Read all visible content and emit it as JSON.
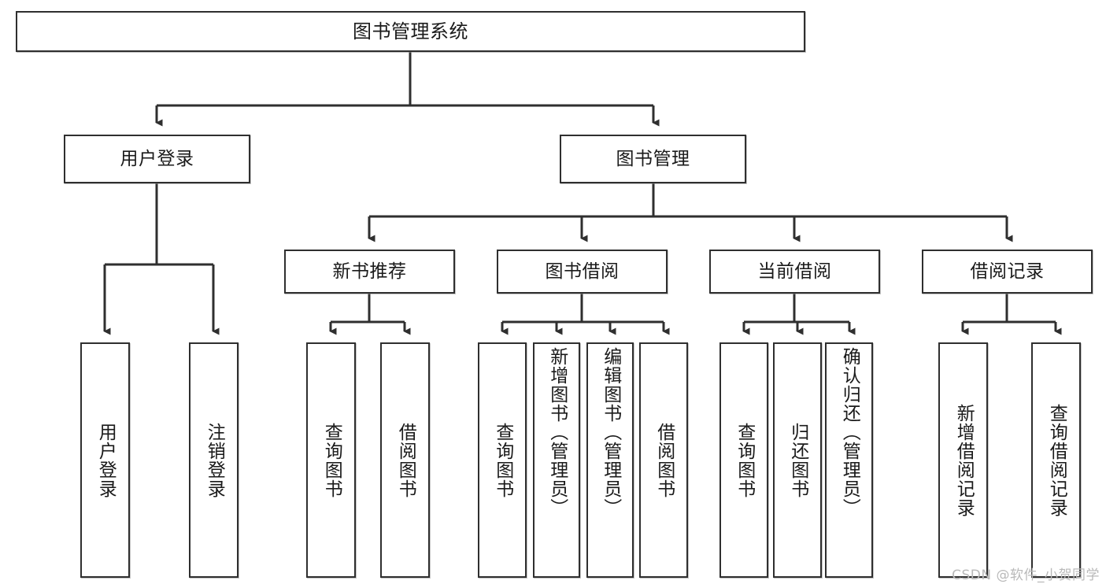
{
  "diagram": {
    "title": "图书管理系统",
    "type": "tree",
    "root": {
      "label": "图书管理系统"
    },
    "level2": [
      {
        "id": "user-login",
        "label": "用户登录"
      },
      {
        "id": "book-manage",
        "label": "图书管理"
      }
    ],
    "level3": [
      {
        "id": "new-book-rec",
        "label": "新书推荐",
        "parent": "book-manage"
      },
      {
        "id": "book-borrow",
        "label": "图书借阅",
        "parent": "book-manage"
      },
      {
        "id": "current-borrow",
        "label": "当前借阅",
        "parent": "book-manage"
      },
      {
        "id": "borrow-record",
        "label": "借阅记录",
        "parent": "book-manage"
      }
    ],
    "leaves": [
      {
        "id": "leaf-user-login",
        "label": "用户登录",
        "parent": "user-login"
      },
      {
        "id": "leaf-logout-login",
        "label": "注销登录",
        "parent": "user-login"
      },
      {
        "id": "leaf-query-book-1",
        "label": "查询图书",
        "parent": "new-book-rec"
      },
      {
        "id": "leaf-borrow-book-1",
        "label": "借阅图书",
        "parent": "new-book-rec"
      },
      {
        "id": "leaf-query-book-2",
        "label": "查询图书",
        "parent": "book-borrow"
      },
      {
        "id": "leaf-add-book",
        "label": "新增图书（管理员）",
        "parent": "book-borrow"
      },
      {
        "id": "leaf-edit-book",
        "label": "编辑图书（管理员）",
        "parent": "book-borrow"
      },
      {
        "id": "leaf-borrow-book-2",
        "label": "借阅图书",
        "parent": "book-borrow"
      },
      {
        "id": "leaf-query-book-3",
        "label": "查询图书",
        "parent": "current-borrow"
      },
      {
        "id": "leaf-return-book",
        "label": "归还图书",
        "parent": "current-borrow"
      },
      {
        "id": "leaf-confirm-return",
        "label": "确认归还（管理员）",
        "parent": "current-borrow"
      },
      {
        "id": "leaf-add-record",
        "label": "新增借阅记录",
        "parent": "borrow-record"
      },
      {
        "id": "leaf-query-record",
        "label": "查询借阅记录",
        "parent": "borrow-record"
      }
    ],
    "line_color": "#2f2f2f",
    "box_border_color": "#2f2f2f",
    "box_fill_color": "#ffffff",
    "text_color": "#1a1a1a"
  },
  "watermark": {
    "text": "CSDN @软件_小贺同学",
    "color": "#b9b9b9"
  }
}
